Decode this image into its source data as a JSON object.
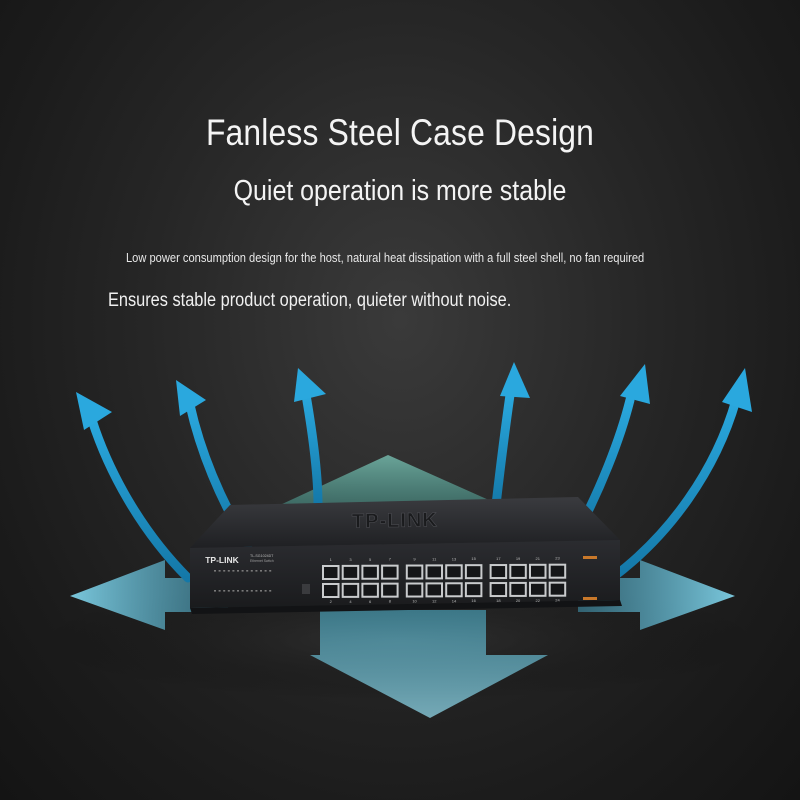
{
  "headline": {
    "title": "Fanless Steel Case Design",
    "subtitle": "Quiet operation is more stable"
  },
  "description": {
    "line_small": "Low power consumption design for the host, natural heat dissipation with a full steel shell, no fan required",
    "line_large": "Ensures stable product operation, quieter without noise."
  },
  "product": {
    "brand_logo": "TP-LINK",
    "lid_logo": "TP-LINK",
    "model": "TL-SG1024DT",
    "model_sub": "Ethernet Switch",
    "port_count": 24,
    "port_numbers_top": [
      "1",
      "3",
      "5",
      "7",
      "9",
      "11",
      "13",
      "15",
      "17",
      "19",
      "21",
      "23"
    ],
    "port_numbers_bottom": [
      "2",
      "4",
      "6",
      "8",
      "10",
      "12",
      "14",
      "16",
      "18",
      "20",
      "22",
      "24"
    ]
  },
  "colors": {
    "arrow_blue": "#1f97cf",
    "arrow_teal": "#5fb3a6",
    "chassis": "#2a2b2e",
    "text": "#f4f4f4"
  }
}
